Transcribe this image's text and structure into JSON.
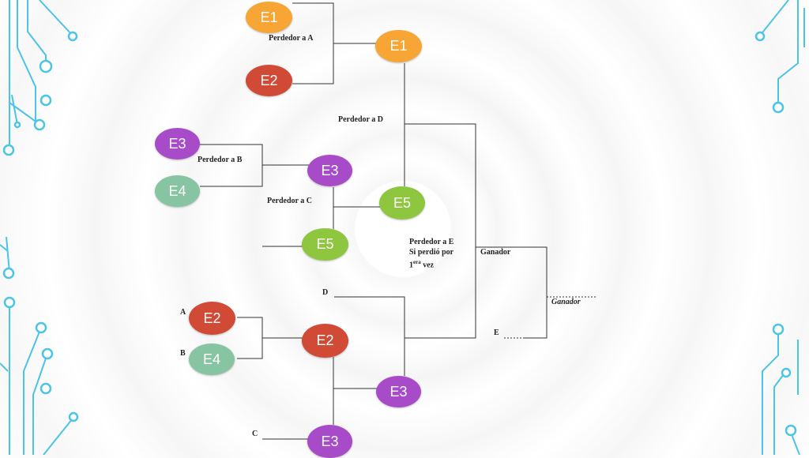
{
  "colors": {
    "E1": "#f7a535",
    "E2": "#d04a36",
    "E3": "#a74bc9",
    "E4": "#86c4a2",
    "E5": "#8fc63f",
    "line": "#333333",
    "circuit": "#4cc4e6"
  },
  "nodes": [
    {
      "id": "n1",
      "team": "E1"
    },
    {
      "id": "n2",
      "team": "E2"
    },
    {
      "id": "n3",
      "team": "E1"
    },
    {
      "id": "n4",
      "team": "E3"
    },
    {
      "id": "n5",
      "team": "E4"
    },
    {
      "id": "n6",
      "team": "E3"
    },
    {
      "id": "n7",
      "team": "E5"
    },
    {
      "id": "n8",
      "team": "E5"
    },
    {
      "id": "n9",
      "team": "E2"
    },
    {
      "id": "n10",
      "team": "E4"
    },
    {
      "id": "n11",
      "team": "E2"
    },
    {
      "id": "n12",
      "team": "E3"
    },
    {
      "id": "n13",
      "team": "E3"
    }
  ],
  "labels": {
    "perdedor_a": "Perdedor a A",
    "perdedor_d": "Perdedor a D",
    "perdedor_b": "Perdedor a B",
    "perdedor_c": "Perdedor a C",
    "perdedor_e_line1": "Perdedor a E",
    "perdedor_e_line2": "Si perdió por",
    "perdedor_e_line3_num": "1",
    "perdedor_e_line3_sup": "era",
    "perdedor_e_line3_rest": " vez",
    "ganador": "Ganador",
    "ganador_final": "Ganador",
    "d": "D",
    "e": "E",
    "a": "A",
    "b": "B",
    "c": "C"
  }
}
